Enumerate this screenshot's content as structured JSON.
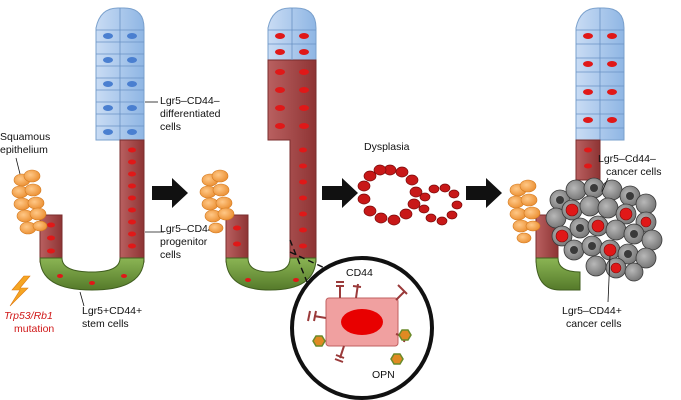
{
  "labels": {
    "squamous_1": "Squamous",
    "squamous_2": "epithelium",
    "lgr5neg_diff_1": "Lgr5–CD44–",
    "lgr5neg_diff_2": "differentiated",
    "lgr5neg_diff_3": "cells",
    "progenitor_1": "Lgr5–CD44+",
    "progenitor_2": "progenitor",
    "progenitor_3": "cells",
    "stem_1": "Lgr5+CD44+",
    "stem_2": "stem cells",
    "mutation_1": "Trp53/Rb1",
    "mutation_2": "mutation",
    "dysplasia": "Dysplasia",
    "cd44": "CD44",
    "opn": "OPN",
    "cancer_neg_1": "Lgr5–Cd44–",
    "cancer_neg_2": "cancer cells",
    "cancer_pos_1": "Lgr5–CD44+",
    "cancer_pos_2": "cancer cells"
  },
  "colors": {
    "differentiated": "#a8c8ec",
    "differentiated_nucleus": "#4a7fd0",
    "progenitor": "#a84545",
    "progenitor_nucleus": "#e01818",
    "stem": "#6e9a3a",
    "squamous": "#f3a24a",
    "mutation": "#d01818",
    "cancer_cell": "#9a9a9a",
    "opn": "#e08a22"
  }
}
